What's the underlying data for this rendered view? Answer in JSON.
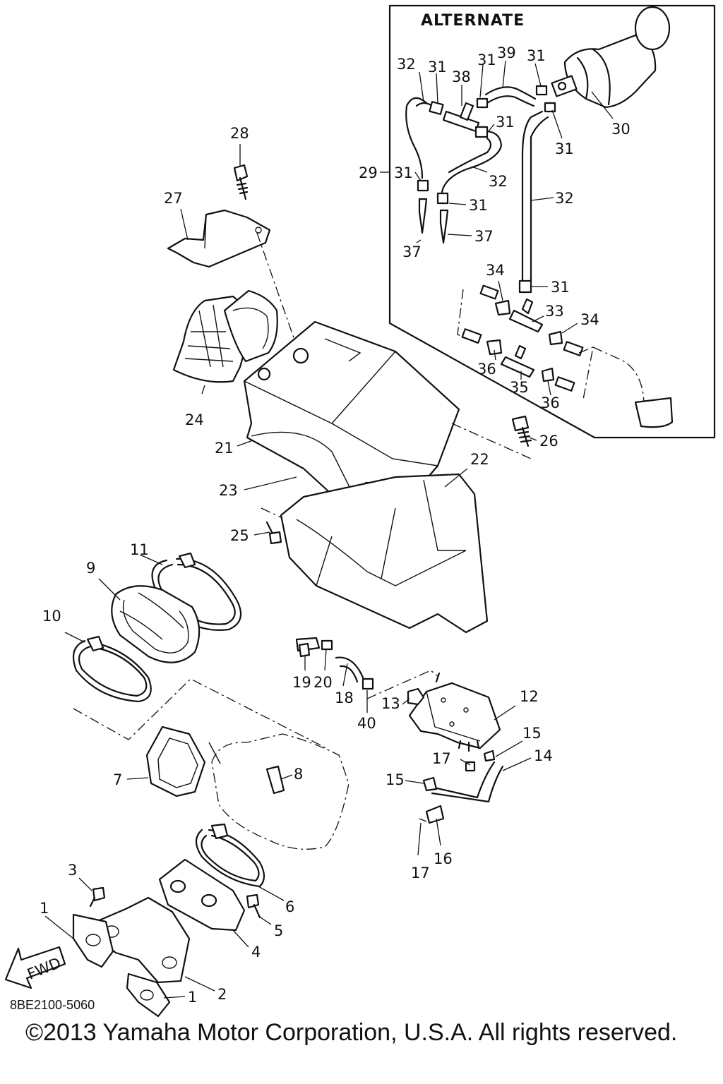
{
  "diagram": {
    "inset_title": "ALTERNATE",
    "part_labels": {
      "p1a": "1",
      "p1b": "1",
      "p2": "2",
      "p3": "3",
      "p4": "4",
      "p5": "5",
      "p6": "6",
      "p7": "7",
      "p8": "8",
      "p9": "9",
      "p10": "10",
      "p11": "11",
      "p12": "12",
      "p13": "13",
      "p14": "14",
      "p15a": "15",
      "p15b": "15",
      "p16": "16",
      "p17a": "17",
      "p17b": "17",
      "p18": "18",
      "p19": "19",
      "p20": "20",
      "p21": "21",
      "p22": "22",
      "p23": "23",
      "p24": "24",
      "p25": "25",
      "p26": "26",
      "p27": "27",
      "p28": "28",
      "p29": "29",
      "p30": "30",
      "p31a": "31",
      "p31b": "31",
      "p31c": "31",
      "p31d": "31",
      "p31e": "31",
      "p31f": "31",
      "p31g": "31",
      "p31h": "31",
      "p32a": "32",
      "p32b": "32",
      "p32c": "32",
      "p33": "33",
      "p34a": "34",
      "p34b": "34",
      "p35": "35",
      "p36a": "36",
      "p36b": "36",
      "p37a": "37",
      "p37b": "37",
      "p38": "38",
      "p39": "39",
      "p40": "40"
    },
    "fwd_arrow": "FWD",
    "drawing_code": "8BE2100-5060",
    "copyright": "©2013 Yamaha Motor Corporation, U.S.A. All rights reserved."
  }
}
